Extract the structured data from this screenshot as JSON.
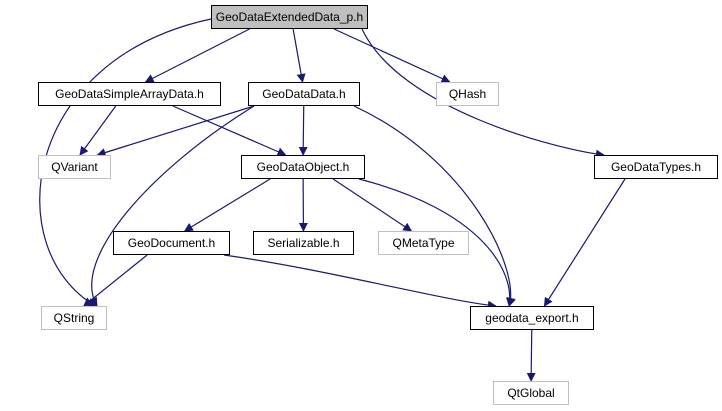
{
  "diagram": {
    "edge_color": "#191970",
    "nodes": [
      {
        "id": "n0",
        "label": "GeoDataExtendedData_p.h",
        "kind": "root"
      },
      {
        "id": "n1",
        "label": "GeoDataSimpleArrayData.h",
        "kind": "local"
      },
      {
        "id": "n2",
        "label": "GeoDataData.h",
        "kind": "local"
      },
      {
        "id": "n3",
        "label": "QHash",
        "kind": "external"
      },
      {
        "id": "n4",
        "label": "QVariant",
        "kind": "external"
      },
      {
        "id": "n5",
        "label": "GeoDataObject.h",
        "kind": "local"
      },
      {
        "id": "n6",
        "label": "GeoDataTypes.h",
        "kind": "local"
      },
      {
        "id": "n7",
        "label": "GeoDocument.h",
        "kind": "local"
      },
      {
        "id": "n8",
        "label": "Serializable.h",
        "kind": "local"
      },
      {
        "id": "n9",
        "label": "QMetaType",
        "kind": "external"
      },
      {
        "id": "n10",
        "label": "QString",
        "kind": "external"
      },
      {
        "id": "n11",
        "label": "geodata_export.h",
        "kind": "local"
      },
      {
        "id": "n12",
        "label": "QtGlobal",
        "kind": "external"
      }
    ],
    "edges": [
      {
        "from": "n0",
        "to": "n1"
      },
      {
        "from": "n0",
        "to": "n2"
      },
      {
        "from": "n0",
        "to": "n3"
      },
      {
        "from": "n0",
        "to": "n10"
      },
      {
        "from": "n0",
        "to": "n6"
      },
      {
        "from": "n1",
        "to": "n4"
      },
      {
        "from": "n1",
        "to": "n5"
      },
      {
        "from": "n2",
        "to": "n4"
      },
      {
        "from": "n2",
        "to": "n5"
      },
      {
        "from": "n2",
        "to": "n10"
      },
      {
        "from": "n2",
        "to": "n11"
      },
      {
        "from": "n5",
        "to": "n7"
      },
      {
        "from": "n5",
        "to": "n8"
      },
      {
        "from": "n5",
        "to": "n9"
      },
      {
        "from": "n5",
        "to": "n11"
      },
      {
        "from": "n6",
        "to": "n11"
      },
      {
        "from": "n7",
        "to": "n10"
      },
      {
        "from": "n7",
        "to": "n11"
      },
      {
        "from": "n11",
        "to": "n12"
      }
    ]
  }
}
